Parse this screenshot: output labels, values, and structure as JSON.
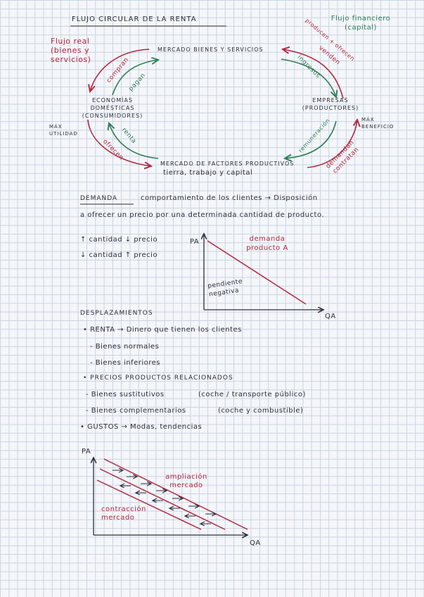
{
  "title": "FLUJO CIRCULAR DE LA RENTA",
  "flow": {
    "real": "Flujo real (bienes y servicios)",
    "financial": "Flujo financiero (capital)",
    "goods_market": "MERCADO BIENES Y SERVICIOS",
    "households": "ECONOMÍAS DOMÉSTICAS (consumidores)",
    "firms": "EMPRESAS (productores)",
    "factor_market": "MERCADO DE FACTORES PRODUCTIVOS",
    "factors": "tierra, trabajo y capital",
    "max_utility": "MÁX UTILIDAD",
    "max_profit": "MÁX BENEFICIO",
    "compran": "compran",
    "pagan": "pagan",
    "producen_ofrecen": "producen + ofrecen",
    "venden": "venden",
    "ingresos": "ingresos",
    "renta": "renta",
    "ofrecen": "ofrecen",
    "remuneracion": "remuneración",
    "demandan_contratan": "demandan contratan"
  },
  "demand": {
    "term": "DEMANDA",
    "definition_1": "comportamiento de los clientes → Disposición",
    "definition_2": "a ofrecer un precio por una determinada cantidad de producto.",
    "rule_1": "↑ cantidad ↓ precio",
    "rule_2": "↓ cantidad ↑ precio"
  },
  "graph1": {
    "y_axis": "PA",
    "x_axis": "QA",
    "curve_label": "demanda producto A",
    "slope_label": "pendiente negativa"
  },
  "shifts": {
    "heading": "DESPLAZAMIENTOS",
    "renta": "• RENTA → Dinero que tienen los clientes",
    "normales": "- Bienes normales",
    "inferiores": "- Bienes inferiores",
    "precios": "• PRECIOS PRODUCTOS RELACIONADOS",
    "sustitutivos": "- Bienes sustitutivos",
    "sustitutivos_ex": "(coche / transporte público)",
    "complementarios": "- Bienes complementarios",
    "complementarios_ex": "(coche y combustible)",
    "gustos": "• GUSTOS → Modas, tendencias"
  },
  "graph2": {
    "y_axis": "PA",
    "x_axis": "QA",
    "expansion": "ampliación mercado",
    "contraction": "contracción mercado"
  }
}
